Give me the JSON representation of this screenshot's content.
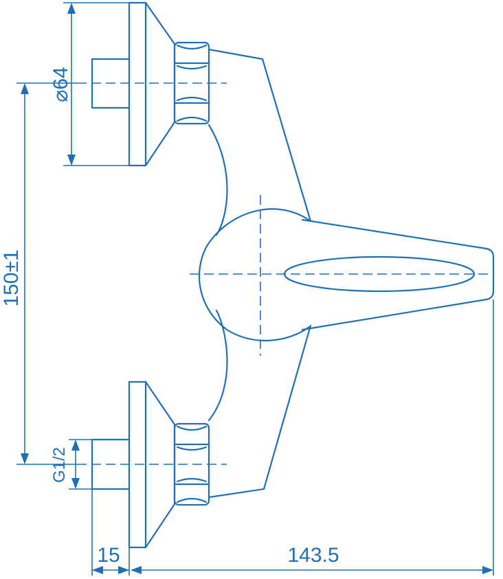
{
  "colors": {
    "stroke": "#1f6fb8",
    "background": "#ffffff"
  },
  "dimensions": {
    "diameter": "⌀64",
    "center_distance": "150±1",
    "thread": "G1/2",
    "offset": "15",
    "depth": "143.5"
  }
}
